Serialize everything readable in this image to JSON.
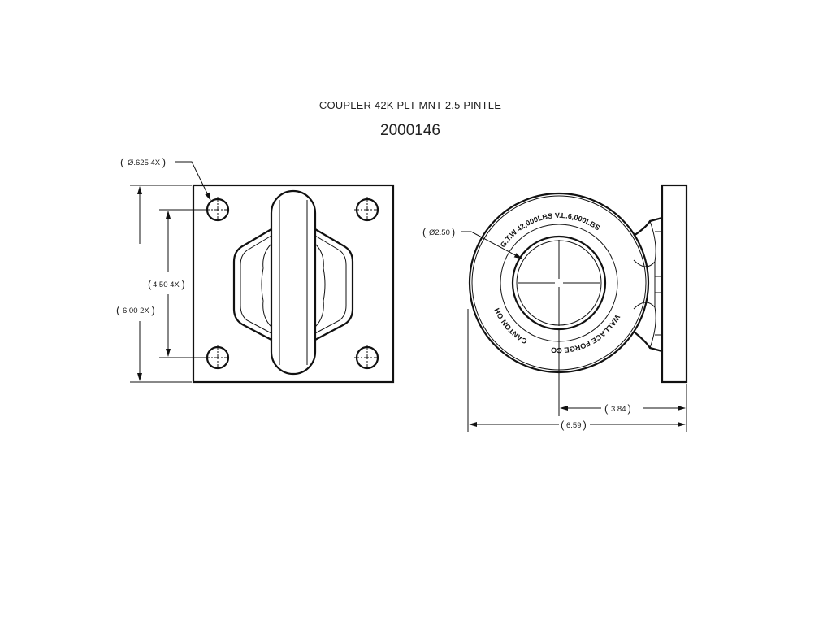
{
  "drawing": {
    "title": "COUPLER 42K PLT MNT 2.5 PINTLE",
    "part_number": "2000146"
  },
  "front_view": {
    "hole_dim": "Ø.625 4X",
    "hole_spacing_dim": "4.50 4X",
    "plate_dim": "6.00 2X"
  },
  "side_view": {
    "bore_dim": "Ø2.50",
    "offset_dim": "3.84",
    "overall_dim": "6.59",
    "casting_text": {
      "top": "G.T.W.42,000LBS  V.L.6,000LBS",
      "bottom": "WALLACE FORGE CO",
      "left": "CANTON OH"
    }
  }
}
